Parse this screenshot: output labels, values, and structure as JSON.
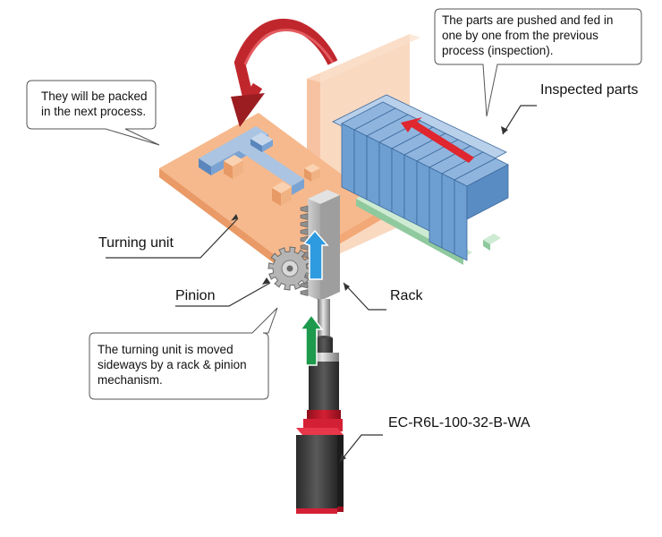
{
  "callouts": {
    "packed": [
      "They will be packed",
      "in the next process."
    ],
    "pushed": [
      "The parts are pushed and fed in",
      "one by one from the previous",
      "process (inspection)."
    ],
    "moved": [
      "The turning unit is moved",
      "sideways by a rack & pinion",
      "mechanism."
    ]
  },
  "labels": {
    "inspected_parts": "Inspected parts",
    "turning_unit": "Turning unit",
    "pinion": "Pinion",
    "rack": "Rack",
    "model": "EC-R6L-100-32-B-WA"
  },
  "colors": {
    "turning_plate": "#f6b98d",
    "backplate": "#f9cfb1",
    "parts": "#6e9fd2",
    "rail": "#a9dcb6",
    "curved_arrow": "#c0272d",
    "push_arrow": "#e0262e",
    "up_arrow_blue": "#2e9be0",
    "up_arrow_green": "#1d9a4c",
    "actuator_red": "#c0182a"
  }
}
